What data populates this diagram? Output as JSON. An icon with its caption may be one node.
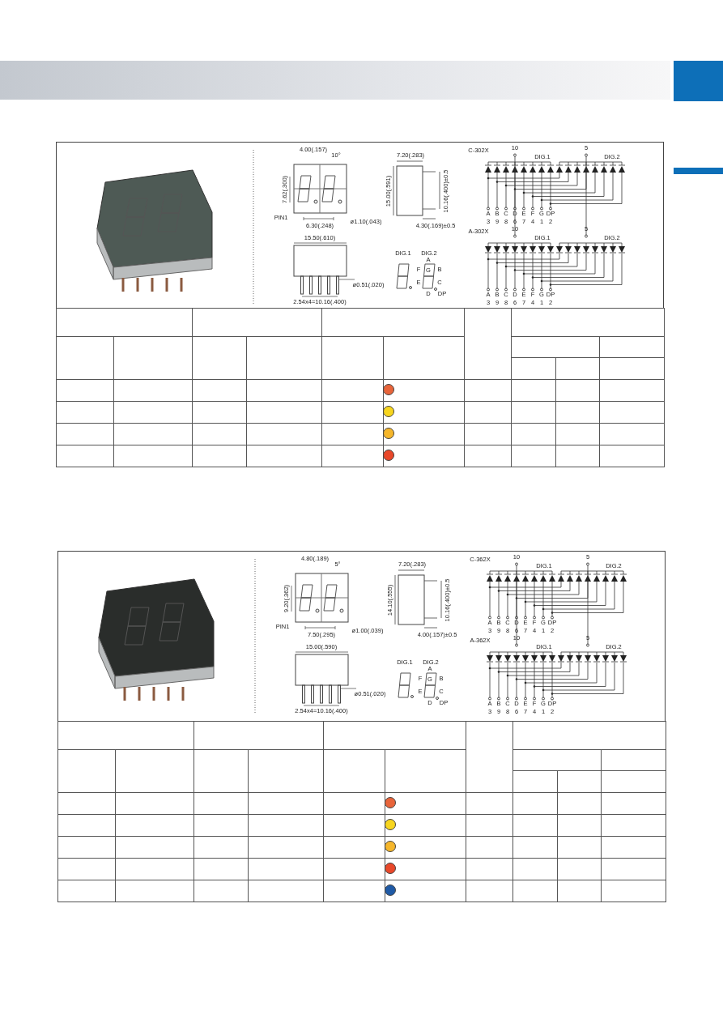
{
  "diagram": {
    "labels": [
      "4.00(.157)",
      "10°",
      "7.62(.300)",
      "PIN1",
      "6.30(.248)",
      "ø1.10(.043)",
      "7.20(.283)",
      "15.00(.591)",
      "10.16(.400)±0.5",
      "4.30(.169)±0.5",
      "15.50(.610)",
      "ø0.51(.020)",
      "2.54x4=10.16(.400)",
      "DIG.1",
      "DIG.2",
      "A",
      "F",
      "G",
      "B",
      "E",
      "C",
      "D",
      "DP",
      "C-302X",
      "10",
      "DIG.1",
      "5",
      "DIG.2",
      "A",
      "B",
      "C",
      "D",
      "E",
      "F",
      "G",
      "DP",
      "3",
      "9",
      "8",
      "6",
      "7",
      "4",
      "1",
      "2",
      "A-302X",
      "10",
      "DIG.1",
      "5",
      "DIG.2",
      "A",
      "B",
      "C",
      "D",
      "E",
      "F",
      "G",
      "DP",
      "3",
      "9",
      "8",
      "6",
      "7",
      "4",
      "1",
      "2",
      "4.80(.189)",
      "5°",
      "9.20(.362)",
      "PIN1",
      "7.50(.295)",
      "ø1.00(.039)",
      "7.20(.283)",
      "14.10(.555)",
      "10.16(.400)±0.5",
      "4.00(.157)±0.5",
      "15.00(.590)",
      "ø0.51(.020)",
      "2.54x4=10.16(.400)",
      "DIG.1",
      "DIG.2",
      "A",
      "F",
      "G",
      "B",
      "E",
      "C",
      "D",
      "DP",
      "C-362X",
      "10",
      "DIG.1",
      "5",
      "DIG.2",
      "A",
      "B",
      "C",
      "D",
      "E",
      "F",
      "G",
      "DP",
      "3",
      "9",
      "8",
      "6",
      "7",
      "4",
      "1",
      "2",
      "A-362X",
      "10",
      "DIG.1",
      "5",
      "DIG.2",
      "A",
      "B",
      "C",
      "D",
      "E",
      "F",
      "G",
      "DP",
      "3",
      "9",
      "8",
      "6",
      "7",
      "4",
      "1",
      "2"
    ]
  }
}
